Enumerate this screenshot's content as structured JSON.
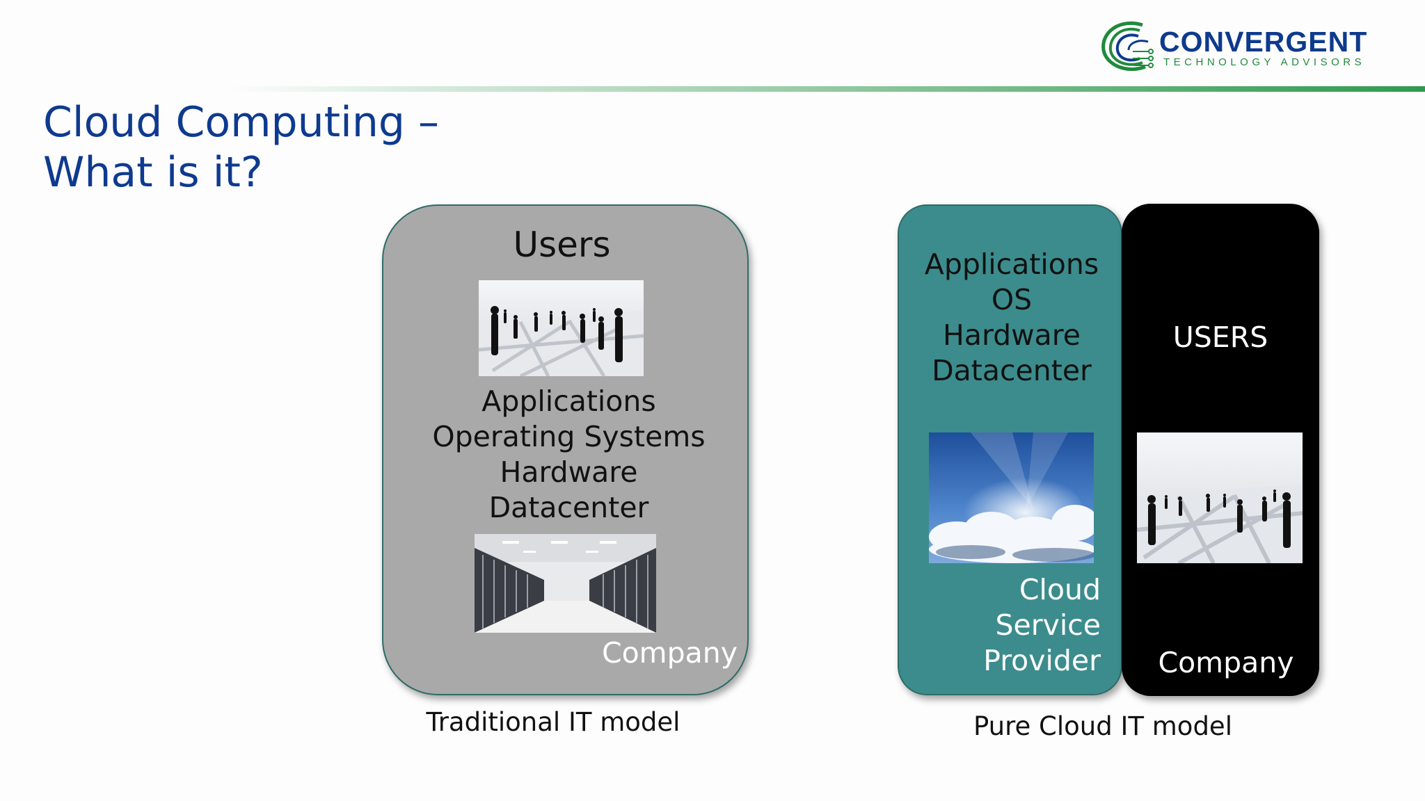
{
  "slide": {
    "title_line1": "Cloud Computing –",
    "title_line2": "What is it?"
  },
  "logo": {
    "name": "CONVERGENT",
    "tagline": "TECHNOLOGY ADVISORS",
    "colors": {
      "primary": "#0d3a8c",
      "accent": "#1f8a3c"
    }
  },
  "traditional": {
    "users_label": "Users",
    "stack": [
      "Applications",
      "Operating Systems",
      "Hardware",
      "Datacenter"
    ],
    "owner_label": "Company",
    "caption": "Traditional IT model",
    "color": "#a9a9aa"
  },
  "cloud": {
    "stack": [
      "Applications",
      "OS",
      "Hardware",
      "Datacenter"
    ],
    "provider_lines": [
      "Cloud",
      "Service",
      "Provider"
    ],
    "users_label": "USERS",
    "owner_label": "Company",
    "caption": "Pure Cloud IT model",
    "colors": {
      "provider": "#3c8c8d",
      "company": "#000000"
    }
  },
  "icons": {
    "logo_mark": "convergent-swirl-icon",
    "users_photo": "business-people-network-photo",
    "datacenter_photo": "server-room-photo",
    "cloud_photo": "sky-clouds-photo"
  }
}
